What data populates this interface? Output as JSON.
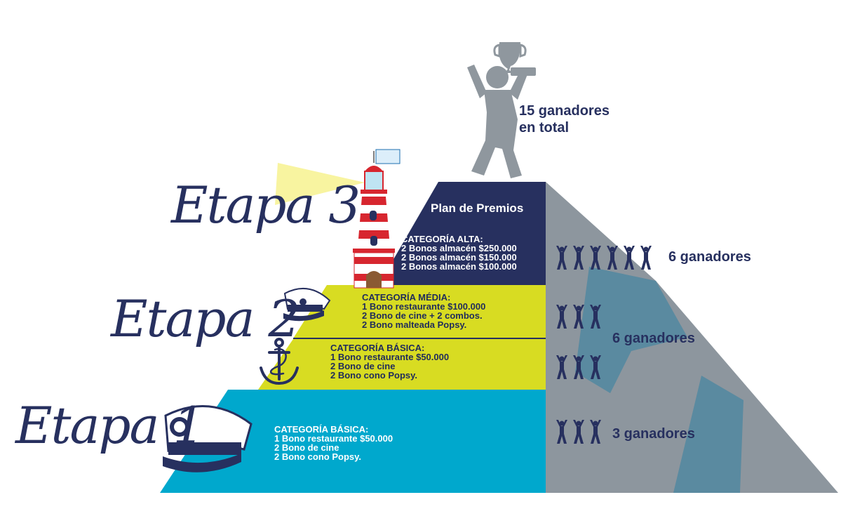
{
  "stages": [
    {
      "label": "Etapa 3"
    },
    {
      "label": "Etapa 2"
    },
    {
      "label": "Etapa 1"
    }
  ],
  "top_block": {
    "title": "Plan de Premios"
  },
  "tiers": [
    {
      "heading": "CATEGORÍA ALTA:",
      "lines": [
        "2 Bonos almacén $250.000",
        "2 Bonos almacén $150.000",
        "2 Bonos almacén $100.000"
      ],
      "color": "#27305f"
    },
    {
      "heading": "CATEGORÍA MÉDIA:",
      "lines": [
        "1 Bono restaurante $100.000",
        "2 Bono de cine + 2 combos.",
        "2 Bono malteada Popsy."
      ],
      "color": "#d8dc22"
    },
    {
      "heading": "CATEGORÍA BÁSICA:",
      "lines": [
        "1 Bono restaurante $50.000",
        "2 Bono de cine",
        "2 Bono cono Popsy."
      ],
      "color": "#d8dc22"
    },
    {
      "heading": "CATEGORÍA BÁSICA:",
      "lines": [
        "1 Bono restaurante $50.000",
        "2 Bono de cine",
        "2 Bono cono Popsy."
      ],
      "color": "#00a8cd"
    }
  ],
  "winners": {
    "total": [
      "15 ganadores",
      "en total"
    ],
    "stage3": "6 ganadores",
    "stage2": "6 ganadores",
    "stage1": "3 ganadores"
  },
  "colors": {
    "navy": "#27305f",
    "lime": "#d8dc22",
    "cyan": "#00a8cd",
    "mountain_gray": "#8d969e",
    "mountain_blue": "#5a8aa0",
    "figure_gray": "#8f979e"
  },
  "icons": {
    "trophy_figure": "trophy-winner-icon",
    "lighthouse": "lighthouse-icon",
    "captain_hat": "captain-hat-icon",
    "anchor": "anchor-icon",
    "person": "person-cheering-icon"
  }
}
